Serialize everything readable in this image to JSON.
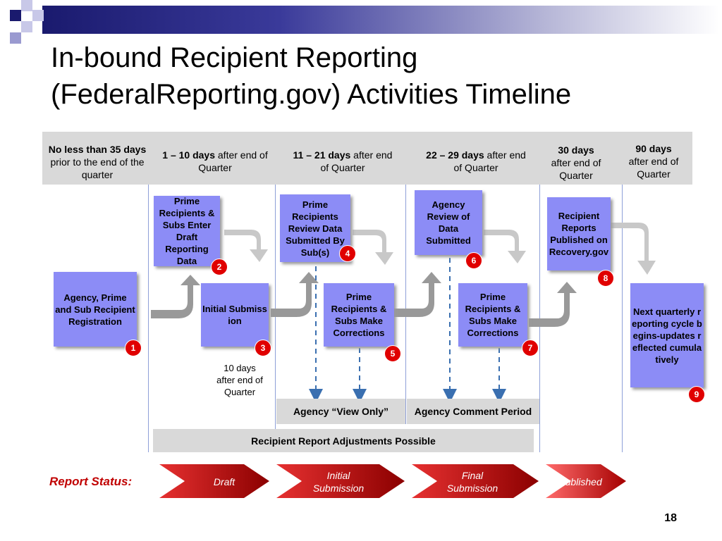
{
  "slide": {
    "title_line1": "In-bound Recipient Reporting",
    "title_line2": "(FederalReporting.gov) Activities Timeline",
    "page_number": "18"
  },
  "header": [
    {
      "bold": "No less than 35 days",
      "text": " prior to the end of the quarter"
    },
    {
      "bold": "1 – 10 days",
      "text": " after end of Quarter"
    },
    {
      "bold": "11 – 21 days",
      "text": " after end of Quarter"
    },
    {
      "bold": "22 – 29 days",
      "text": " after end of Quarter"
    },
    {
      "bold": "30 days",
      "text": " after end of Quarter"
    },
    {
      "bold": "90 days",
      "text": " after end of Quarter"
    }
  ],
  "steps": [
    {
      "label": "Agency, Prime and Sub Recipient Registration",
      "num": "1"
    },
    {
      "label": "Prime Recipients & Subs Enter Draft Reporting Data",
      "num": "2"
    },
    {
      "label": "Initial Submission",
      "num": "3"
    },
    {
      "label": "Prime Recipients Review Data Submitted By Sub(s)",
      "num": "4"
    },
    {
      "label": "Prime Recipients & Subs Make Corrections",
      "num": "5"
    },
    {
      "label": "Agency Review of Data Submitted",
      "num": "6"
    },
    {
      "label": "Prime Recipients & Subs Make Corrections",
      "num": "7"
    },
    {
      "label": "Recipient Reports Published on Recovery.gov",
      "num": "8"
    },
    {
      "label": "Next quarterly reporting cycle begins-updates reflected cumulatively",
      "num": "9"
    }
  ],
  "notes": {
    "initial_submission": "10 days after end of Quarter"
  },
  "bands": {
    "view_only": "Agency “View Only”",
    "comment_period": "Agency Comment Period",
    "adjustments": "Recipient Report Adjustments Possible"
  },
  "report_status": {
    "label": "Report Status:",
    "stages": [
      "Draft",
      "Initial Submission",
      "Final Submission",
      "Published"
    ]
  },
  "colors": {
    "box": "#8c8cf6",
    "badge": "#e00000",
    "band": "#d9d9d9",
    "chevron_dark": "#8b0000",
    "chevron_light": "#e63030",
    "status_label": "#c00000"
  }
}
